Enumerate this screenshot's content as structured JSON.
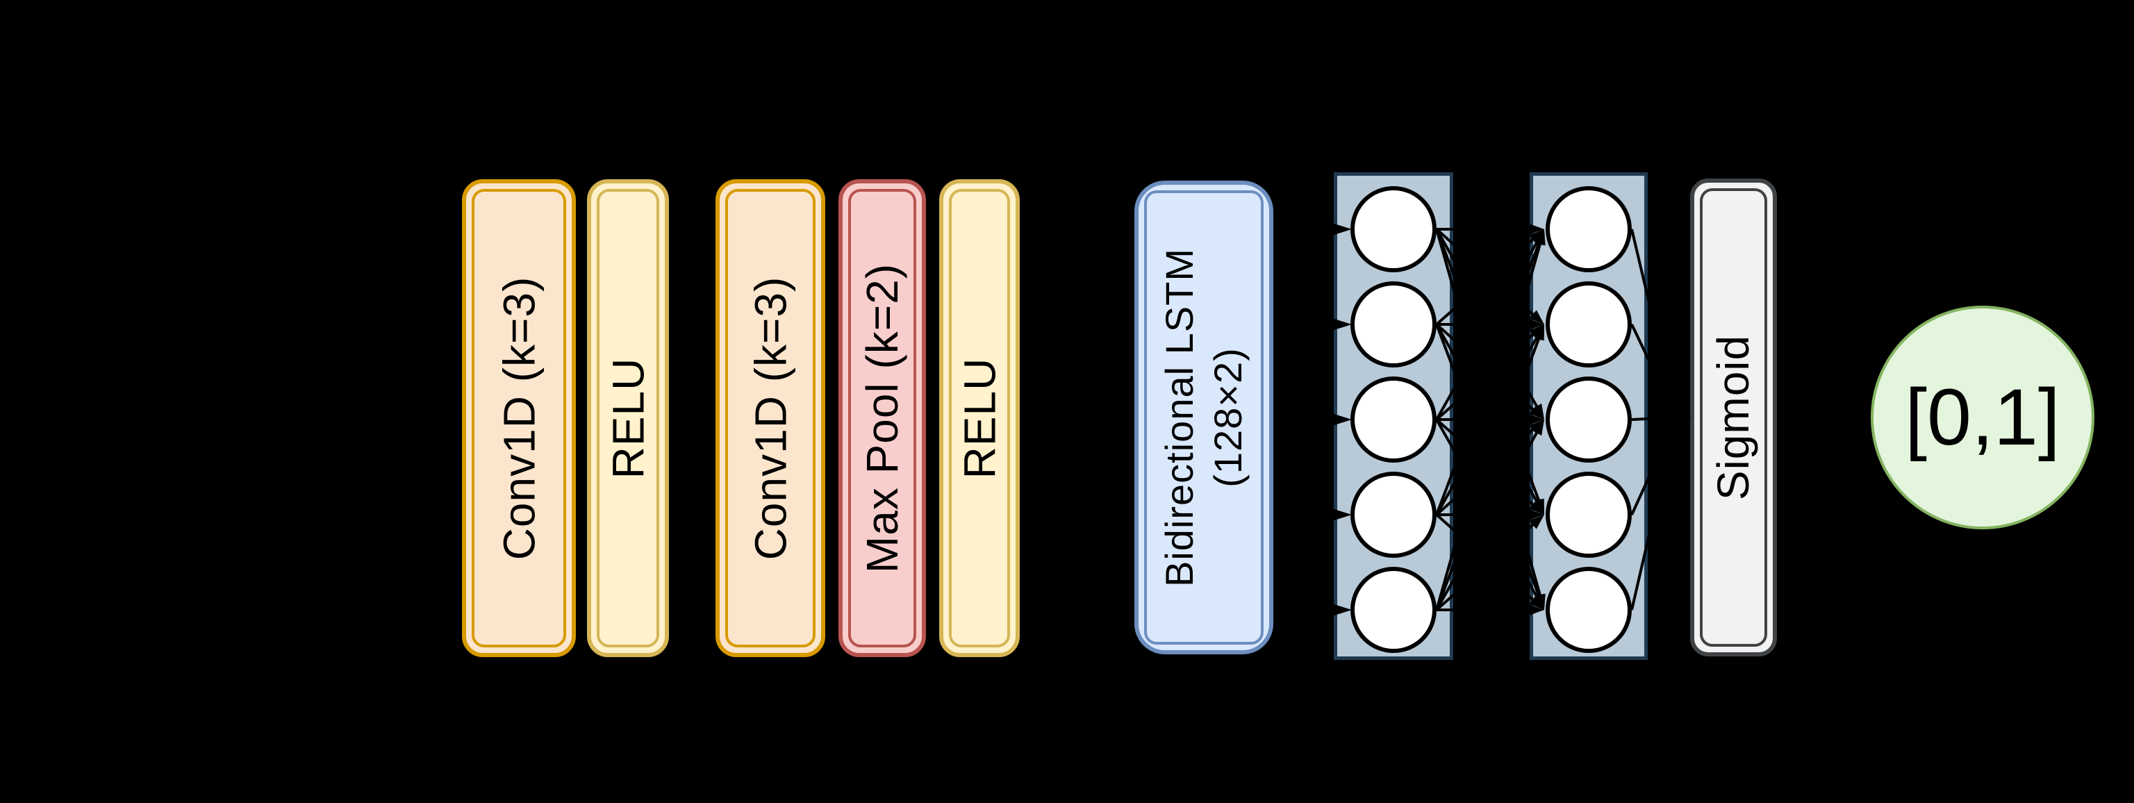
{
  "diagram": {
    "type": "neural-network-architecture",
    "background_color": "#000000",
    "blocks": [
      {
        "name": "conv1d-1",
        "label": "Conv1D (k=3)",
        "fill": "#fce5cd",
        "border": "#d79b00"
      },
      {
        "name": "relu-1",
        "label": "RELU",
        "fill": "#fff2cc",
        "border": "#d6b656"
      },
      {
        "name": "conv1d-2",
        "label": "Conv1D (k=3)",
        "fill": "#fce5cd",
        "border": "#d79b00"
      },
      {
        "name": "maxpool",
        "label": "Max Pool (k=2)",
        "fill": "#f8cecc",
        "border": "#b85450"
      },
      {
        "name": "relu-2",
        "label": "RELU",
        "fill": "#fff2cc",
        "border": "#d6b656"
      },
      {
        "name": "bilstm",
        "label_line1": "Bidirectional LSTM",
        "label_line2": "(128×2)",
        "fill": "#dae8fc",
        "border": "#6c8ebf"
      },
      {
        "name": "sigmoid",
        "label": "Sigmoid",
        "fill": "#f2f2f2",
        "border": "#404346"
      }
    ],
    "dense_layers": {
      "count": 2,
      "neurons_per_layer": 5,
      "panel_fill": "#b8c9d7",
      "panel_border": "#1f3b52",
      "neuron_fill": "#ffffff",
      "neuron_stroke": "#000000"
    },
    "output_node": {
      "label": "[0,1]",
      "fill": "#e4f5dd",
      "border": "#84b461"
    },
    "connections": {
      "color": "#000000"
    }
  }
}
